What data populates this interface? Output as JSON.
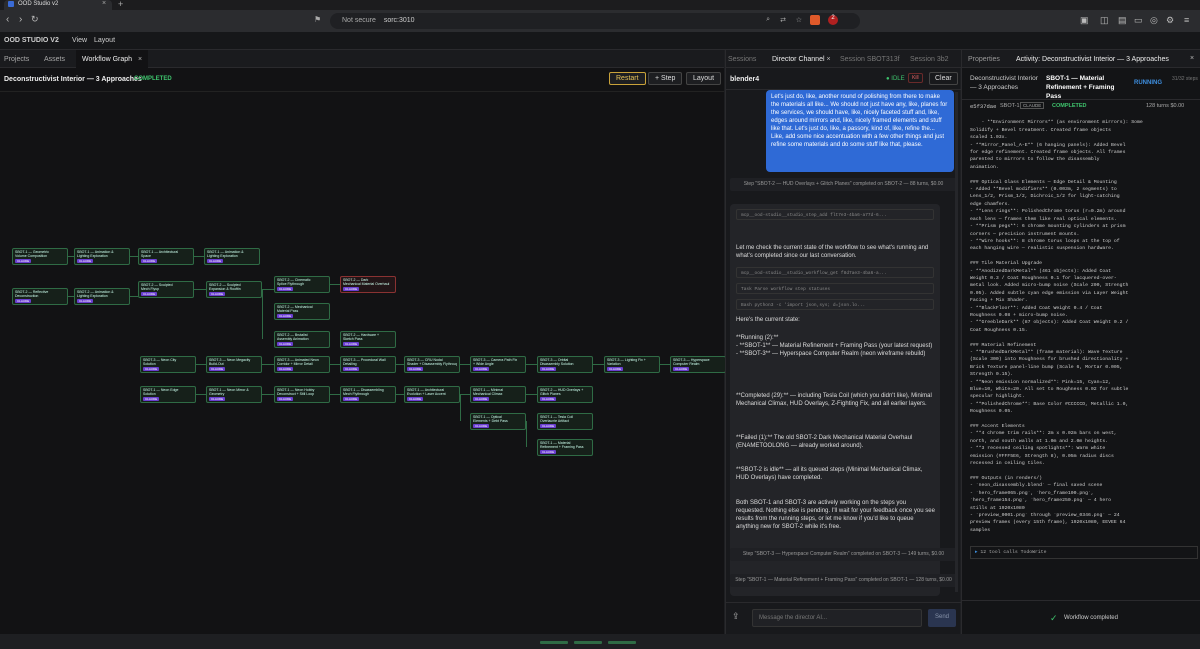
{
  "browser": {
    "tab_title": "OOD Studio v2",
    "url_warning": "Not secure",
    "url": "sorc:3010",
    "ext_badge": "2"
  },
  "app": {
    "brand": "OOD STUDIO V2",
    "menu": [
      "View",
      "Layout"
    ]
  },
  "left": {
    "tabs": [
      "Projects",
      "Assets",
      "Workflow Graph"
    ],
    "graph_title": "Deconstructivist Interior — 3 Approaches",
    "graph_status": "COMPLETED",
    "buttons": {
      "restart": "Restart",
      "step": "+ Step",
      "layout": "Layout"
    },
    "nodes": [
      {
        "t1": "SBOT-1 — Geometric",
        "t2": "Volume Composition",
        "state": "done"
      },
      {
        "t1": "SBOT-1 — Animation &",
        "t2": "Lighting Exploration",
        "state": "done"
      },
      {
        "t1": "SBOT-1 — Architectural",
        "t2": "Space",
        "state": "done"
      },
      {
        "t1": "SBOT-1 — Animation &",
        "t2": "Lighting Exploration",
        "state": "done"
      },
      {
        "t1": "SBOT-2 — Reflective",
        "t2": "Deconstruction",
        "state": "done"
      },
      {
        "t1": "SBOT-2 — Animation &",
        "t2": "Lighting Exploration",
        "state": "done"
      },
      {
        "t1": "SBOT-2 — Sculpted",
        "t2": "Mech Flyup",
        "state": "done"
      },
      {
        "t1": "SBOT-2 — Sculpted",
        "t2": "Expansion & Rooftin",
        "state": "done"
      },
      {
        "t1": "SBOT-2 — Cinematic",
        "t2": "Splice Flythrough",
        "state": "done"
      },
      {
        "t1": "SBOT-2 — Dark",
        "t2": "Mechanical Material Overhaul",
        "state": "failed"
      },
      {
        "t1": "SBOT-2 — Mechanical",
        "t2": "Material Pass",
        "state": "done"
      },
      {
        "t1": "SBOT-2 — Brutalist",
        "t2": "Assembly Animation",
        "state": "done"
      },
      {
        "t1": "SBOT-2 — Hardware +",
        "t2": "Sketch Pass",
        "state": "done"
      },
      {
        "t1": "SBOT-3 — Neon City",
        "t2": "Solution",
        "state": "done"
      },
      {
        "t1": "SBOT-3 — Neon Megacity",
        "t2": "Build-Out",
        "state": "done"
      },
      {
        "t1": "SBOT-3 — Animated Neon",
        "t2": "Corridor + Mirror Detail",
        "state": "done"
      },
      {
        "t1": "SBOT-3 — Procedural Wall",
        "t2": "Detailing",
        "state": "done"
      },
      {
        "t1": "SBOT-3 — CRU Nodal",
        "t2": "Shader + Disassembly Flythrough",
        "state": "done"
      },
      {
        "t1": "SBOT-3 — Camera Path Fix",
        "t2": "+ Wide Angle",
        "state": "done"
      },
      {
        "t1": "SBOT-3 — Orbital",
        "t2": "Disassembly Solution",
        "state": "done"
      },
      {
        "t1": "SBOT-3 — Lighting Fix +",
        "t2": "Variation",
        "state": "done"
      },
      {
        "t1": "SBOT-3 — Hyperspace",
        "t2": "Computer Realm",
        "state": "done"
      },
      {
        "t1": "SBOT-1 — Neon Edge",
        "t2": "Solution",
        "state": "done"
      },
      {
        "t1": "SBOT-1 — Neon Mirror &",
        "t2": "Geometry",
        "state": "done"
      },
      {
        "t1": "SBOT-1 — Neon Hobby",
        "t2": "Deconstruct + Still Loop",
        "state": "done"
      },
      {
        "t1": "SBOT-1 — Disassembling",
        "t2": "Mech Flythrough",
        "state": "done"
      },
      {
        "t1": "SBOT-1 — Architectural",
        "t2": "Evolution + Laser Accent",
        "state": "done"
      },
      {
        "t1": "SBOT-1 — Minimal",
        "t2": "Mechanical Climax",
        "state": "done"
      },
      {
        "t1": "SBOT-2 — HUD Overlays +",
        "t2": "Glitch Planes",
        "state": "done"
      },
      {
        "t1": "SBOT-1 — Optical",
        "t2": "Elements + Debt Pass",
        "state": "done"
      },
      {
        "t1": "SBOT-1 — Tesla Coil",
        "t2": "Overlaunte Artifact",
        "state": "done"
      },
      {
        "t1": "SBOT-1 — Material",
        "t2": "Refinement + Framing Pass",
        "state": "done"
      }
    ],
    "badge_label": "CLAUDE"
  },
  "middle": {
    "tabs": [
      "Sessions",
      "Director Channel",
      "Session SBOT313f",
      "Session 3b2"
    ],
    "agent": "blender4",
    "idle": "IDLE",
    "kill": "Kill",
    "clear": "Clear",
    "user_message": "Let's just do, like, another round of polishing from there to make the materials all like... We should not just have any, like, planes for the services, we should have, like, nicely faceted stuff and, like, edges around mirrors and, like, nicely framed elements and stuff like that. Let's just do, like, a passory, kind of, like, refine the... Like, add some nice accentuation with a few other things and just refine some materials and do some stuff like that, please.",
    "sys1": "Step \"SBOT-2 — HUD Overlays + Glitch Planes\" completed on SBOT-2 — 88 turns, $0.00",
    "tool1": "mcp__ood-studio__studio_step_add  flt7e3-4ba6-a77d-6...",
    "intro": "Let me check the current state of the workflow to see what's running and what's completed since our last conversation.",
    "tool2": "mcp__ood-studio__studio_workflow_get  f8d7ae3-4ba6-a...",
    "tool3": "Task  Parse workflow step statuses",
    "tool4": "Bash  python3 -c 'import json,sys; d=json.lo...",
    "state_head": "Here's the current state:",
    "running": "**Running (2):**\n- **SBOT-1** — Material Refinement + Framing Pass (your latest request)\n- **SBOT-3** — Hyperspace Computer Realm (neon wireframe rebuild)",
    "completed": "**Completed (29):** — including Tesla Coil (which you didn't like), Minimal Mechanical Climax, HUD Overlays, Z-Fighting Fix, and all earlier layers.",
    "failed": "**Failed (1):** The old SBOT-2 Dark Mechanical Material Overhaul (ENAMETOOLONG — already worked around).",
    "idle_msg": "**SBOT-2 is idle** — all its queued steps (Minimal Mechanical Climax, HUD Overlays) have completed.",
    "closing": "Both SBOT-1 and SBOT-3 are actively working on the steps you requested. Nothing else is pending. I'll wait for your feedback once you see results from the running steps, or let me know if you'd like to queue anything new for SBOT-2 while it's free.",
    "sys2": "Step \"SBOT-3 — Hyperspace Computer Realm\" completed on SBOT-3 — 149 turns, $0.00",
    "sys3": "Step \"SBOT-1 — Material Refinement + Framing Pass\" completed on SBOT-1 — 128 turns, $0.00",
    "placeholder": "Message the director AI...",
    "send": "Send"
  },
  "right": {
    "tabs": [
      "Properties",
      "Activity: Deconstructivist Interior — 3 Approaches"
    ],
    "crumb1": "Deconstructivist Interior — 3 Approaches",
    "crumb2": "SBOT-1 — Material Refinement + Framing Pass",
    "status": "RUNNING",
    "steps": "31/32 steps",
    "run_id": "e5f37dae",
    "run_agent": "SBOT-1",
    "run_model": "CLAUDE",
    "run_status": "COMPLETED",
    "run_cost": "128 turns  $0.00",
    "log": "- **Environment Mirrors** (as environment mirrors): Some\nSolidify + Bevel treatment. Created frame objects\nscaled 1.03x.\n- **Mirror_Panel_A-E** (6 hanging panels): Added Bevel\nfor edge refinement. Created frame objects. All frames\nparented to mirrors to follow the disassembly\nanimation.\n\n### Optical Glass Elements — Edge Detail & Mounting\n- Added **Bevel modifiers** (0.003m, 2 segments) to\nLens_1/2, Prism_1/2, Dichroic_1/2 for light-catching\nedge chamfers.\n- **Lens rings**: PolishedChrome torus (r=0.2m) around\neach lens — frames them like real optical elements.\n- **Prism pegs**: 6 chrome mounting cylinders at prism\ncorners — precision instrument mounts.\n- **Wire hooks**: 8 chrome torus loops at the top of\neach hanging wire — realistic suspension hardware.\n\n### Tile Material Upgrade\n- **AnodizedDarkMetal** (461 objects): Added Coat\nWeight 0.3 / Coat Roughness 0.1 for lacquered-over-\nmetal look. Added micro-bump noise (Scale 200, Strength\n0.05). Added subtle cyan edge emission via Layer Weight\nFacing + Mix Shader.\n- **BlackFloor**: Added Coat Weight 0.4 / Coat\nRoughness 0.08 + micro-bump noise.\n- **GreebleDark** (87 objects): Added Coat Weight 0.2 /\nCoat Roughness 0.15.\n\n### Material Refinement\n- **BrushedDarkMetal** (frame material): Wave Texture\n(Scale 300) into Roughness for brushed directionality +\nBrick Texture panel-line bump (Scale 6, Mortar 0.005,\nStrength 0.15).\n- **Neon emission normalized**: Pink=15, Cyan=12,\nBlue=10, White=20. All set to Roughness 0.02 for subtle\nspecular highlight.\n- **PolishedChrome**: Base Color #CCCCCD, Metallic 1.0,\nRoughness 0.05.\n\n### Accent Elements\n- **4 chrome trim rails**: 2m x 0.02m bars on west,\nnorth, and south walls at 1.0m and 2.0m heights.\n- **3 recessed ceiling spotlights**: Warm white\nemission (#FFF5E6, Strength 8), 0.05m radius discs\nrecessed in ceiling tiles.\n\n### Outputs (in renders/)\n- `neon_disassembly.blend` — final saved scene\n- `hero_frame065.png`, `hero_frame100.png`,\n`hero_frame154.png`, `hero_frame250.png` — 4 hero\nstills at 1920x1080\n- `preview_0001.png` through `preview_0346.png` — 24\npreview frames (every 15th frame), 1920x1080, EEVEE 64\nsamples",
    "tool_calls": "12 tool calls TodoWrite",
    "footer": "Workflow completed"
  },
  "colors": {
    "accent": "#2f6ad6",
    "success": "#3ec46d",
    "failed": "#8a3232",
    "badge": "#6a3fd0"
  }
}
